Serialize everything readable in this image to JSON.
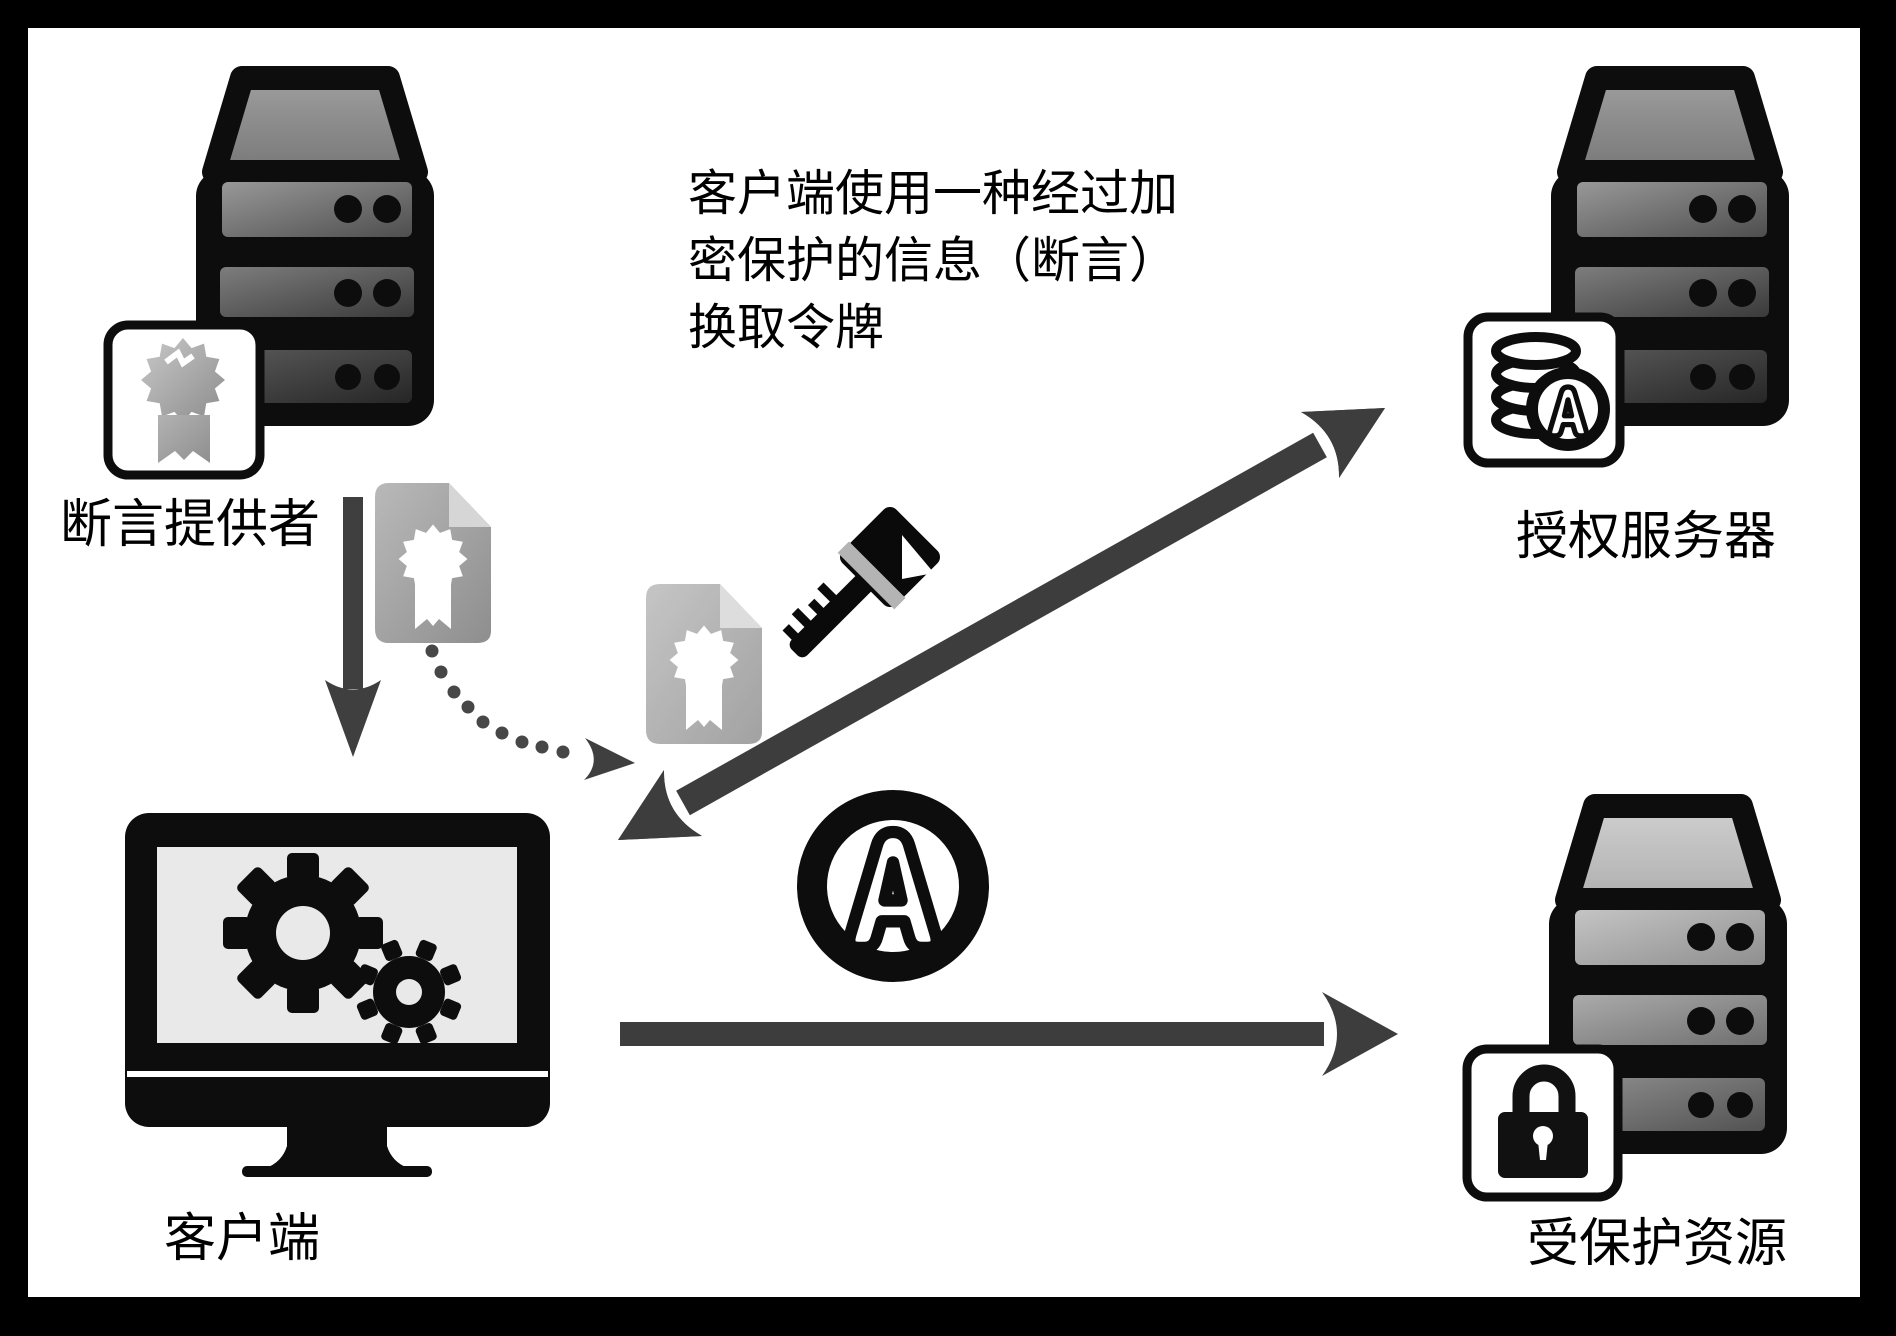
{
  "diagram": {
    "caption": "客户端使用一种经过加\n密保护的信息（断言）\n换取令牌",
    "nodes": {
      "assertion_provider": {
        "label": "断言提供者",
        "icon": "server-stack-with-certificate-icon"
      },
      "authorization_server": {
        "label": "授权服务器",
        "icon": "server-stack-with-token-database-icon"
      },
      "client": {
        "label": "客户端",
        "icon": "monitor-with-gears-icon"
      },
      "protected_resource": {
        "label": "受保护资源",
        "icon": "server-stack-with-padlock-icon"
      }
    },
    "edges": [
      {
        "name": "assertion-issue-arrow",
        "from": "assertion_provider",
        "to": "client",
        "style": "solid",
        "shape": "vertical-down-arrow"
      },
      {
        "name": "assertion-copy-arrow",
        "from": "client",
        "to": "token-exchange-path",
        "style": "dotted",
        "shape": "curved-arrow",
        "payload_icon": "assertion-document-icon"
      },
      {
        "name": "token-exchange-arrow",
        "from": "client",
        "to": "authorization_server",
        "style": "solid",
        "shape": "double-headed-diagonal-arrow",
        "payload_icons": [
          "assertion-document-icon",
          "key-icon"
        ]
      },
      {
        "name": "resource-access-arrow",
        "from": "client",
        "to": "protected_resource",
        "style": "solid",
        "shape": "horizontal-right-arrow",
        "payload_icon": "token-a-badge-icon"
      }
    ],
    "colors": {
      "frame": "#000000",
      "background": "#ffffff",
      "arrow_gray": "#3d3d3d",
      "icon_black": "#0d0d0d",
      "document_gray": "#a9a9a9",
      "seal_gray": "#b5b5b5",
      "screen_gray": "#e9e9e9"
    }
  }
}
